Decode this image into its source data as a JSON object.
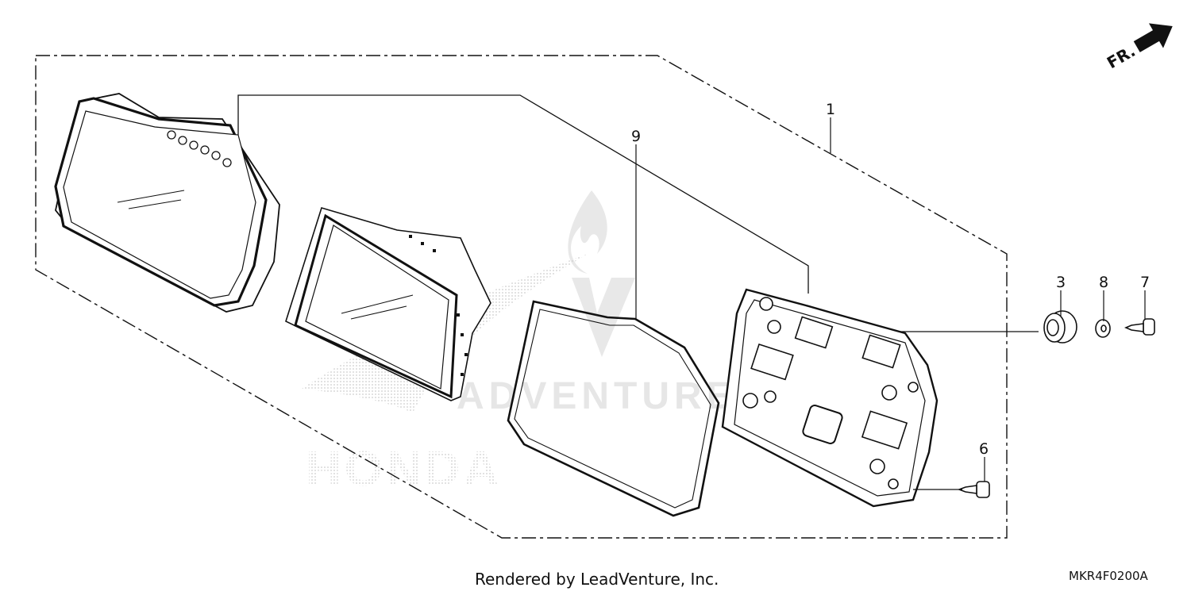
{
  "diagram": {
    "callouts": [
      "1",
      "9",
      "3",
      "8",
      "7",
      "6"
    ],
    "direction_label": "FR.",
    "watermark_brand": "HONDA",
    "watermark_company": "ADVENTURE"
  },
  "footer": {
    "rendered_by": "Rendered by LeadVenture, Inc.",
    "diagram_code": "MKR4F0200A"
  }
}
